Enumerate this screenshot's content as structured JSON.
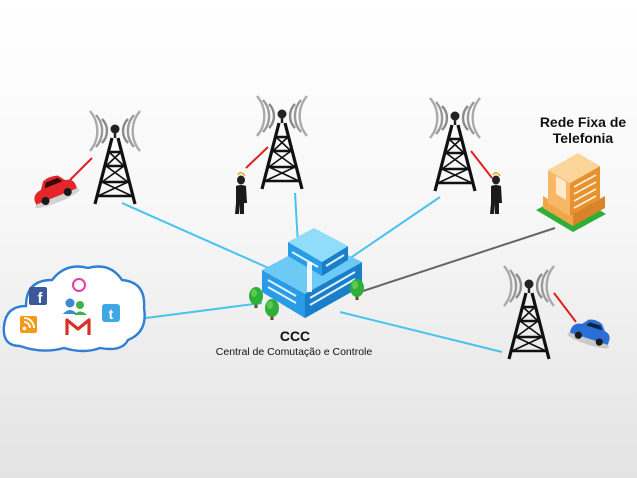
{
  "switching_center": {
    "title": "CCC",
    "subtitle": "Central de Comutação e Controle"
  },
  "fixed_network": {
    "line1": "Rede Fixa de",
    "line2": "Telefonia"
  },
  "cloud": {
    "icons": [
      "facebook-icon",
      "orkut-icon",
      "contacts-icon",
      "twitter-icon",
      "rss-icon",
      "gmail-icon"
    ]
  },
  "colors": {
    "wireless_link": "#46c3ee",
    "wired_link": "#666666",
    "radio_link": "#e02020",
    "car_red": "#e3262a",
    "car_blue": "#2a6fd6",
    "building_blue": "#1f86d6",
    "building_orange": "#f2a64a",
    "tree_green": "#39b53a"
  }
}
